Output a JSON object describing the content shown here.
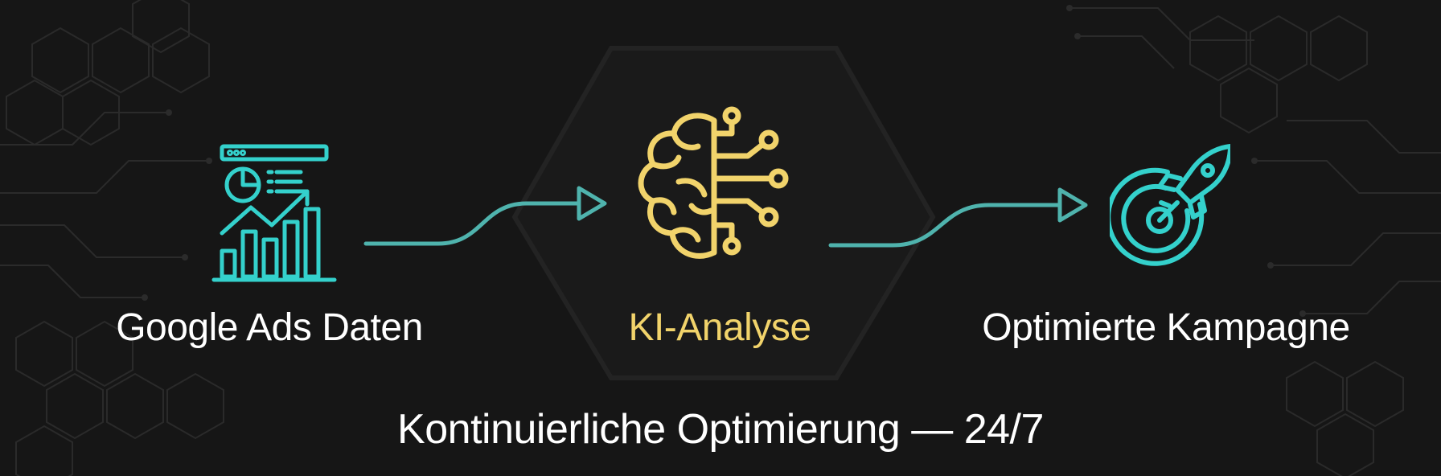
{
  "steps": [
    {
      "label": "Google Ads Daten",
      "icon": "analytics-dashboard-icon"
    },
    {
      "label": "KI-Analyse",
      "icon": "ai-brain-circuit-icon"
    },
    {
      "label": "Optimierte Kampagne",
      "icon": "rocket-target-icon"
    }
  ],
  "footer": "Kontinuierliche Optimierung — 24/7",
  "colors": {
    "background": "#161616",
    "teal": "#34d1cc",
    "gold": "#f1d36b",
    "arrow": "#4fb3ad",
    "text": "#ffffff"
  }
}
